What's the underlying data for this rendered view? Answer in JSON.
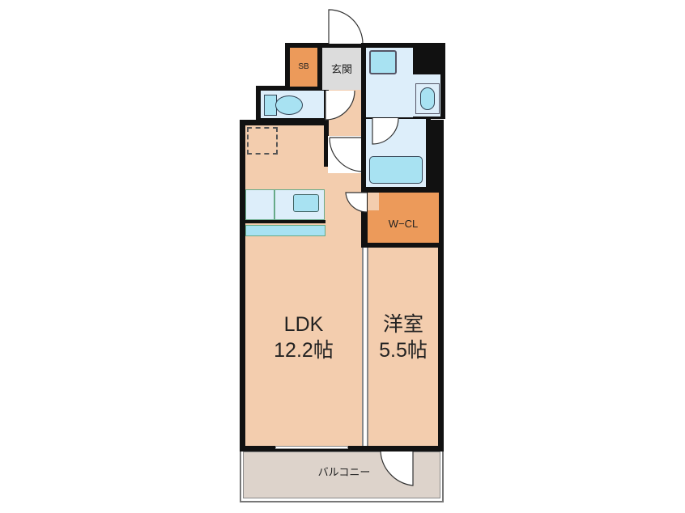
{
  "colors": {
    "floor": "#f3cdae",
    "wet": "#ddeefa",
    "fixture": "#a8e2f2",
    "storage": "#ec9a5a",
    "balcony": "#ddd3cb",
    "entry": "#dcdcdc",
    "wall": "#111111"
  },
  "rooms": {
    "sb": "SB",
    "genkan": "玄関",
    "wcl": "W−CL",
    "ldk_name": "LDK",
    "ldk_size": "12.2帖",
    "yoshitsu_name": "洋室",
    "yoshitsu_size": "5.5帖",
    "balcony": "バルコニー"
  }
}
